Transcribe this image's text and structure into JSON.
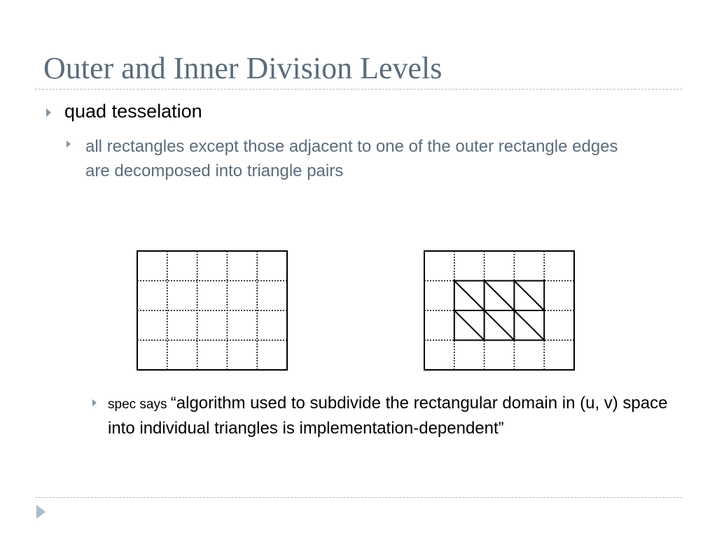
{
  "slide": {
    "title": "Outer and Inner Division Levels",
    "bullet_1": "quad tesselation",
    "bullet_1_1": "all rectangles except those adjacent to one of the outer rectangle edges are decomposed into triangle pairs",
    "bullet_2_prefix": "spec says ",
    "bullet_2_quote": "“algorithm used to subdivide the rectangular domain in (u, v) space into individual triangles is implementation-dependent”"
  },
  "diagrams": {
    "grid": {
      "columns": 5,
      "rows": 4
    },
    "left": {
      "triangulated": false
    },
    "right": {
      "triangulated": true
    }
  },
  "icons": {
    "bullet": "triangle-bullet-icon",
    "nav": "next-slide-arrow-icon"
  },
  "colors": {
    "title": "#5b6c7c",
    "bullet": "#7e96aa",
    "rule": "#a9bccb",
    "sub_text": "#5b6c7c",
    "text": "#000000"
  }
}
